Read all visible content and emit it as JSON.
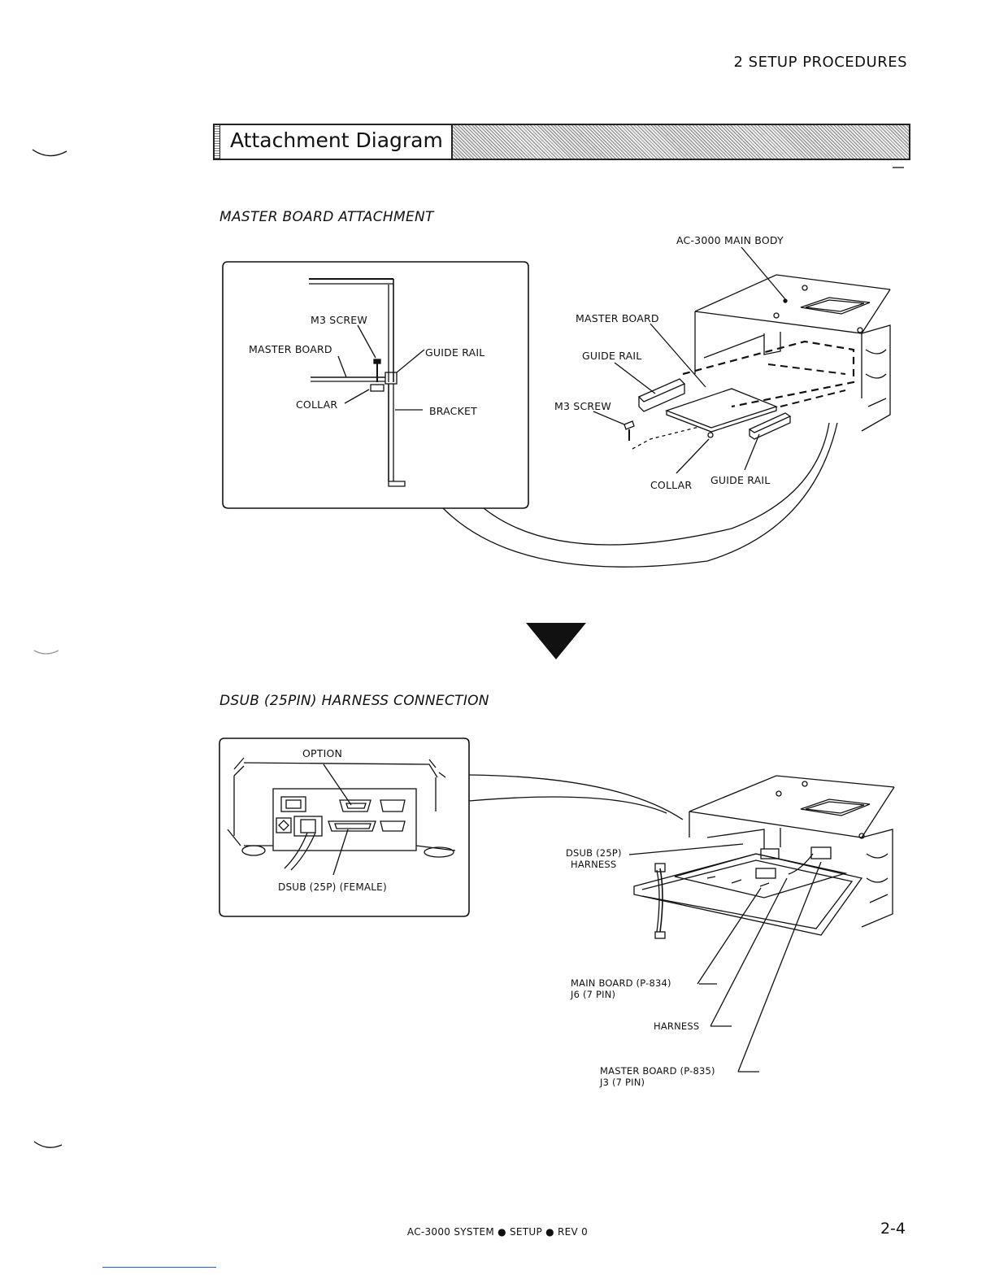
{
  "header": {
    "chapter": "2  SETUP PROCEDURES"
  },
  "section": {
    "title": "Attachment Diagram"
  },
  "figure1": {
    "title": "MASTER BOARD ATTACHMENT",
    "inset_labels": {
      "m3_screw": "M3 SCREW",
      "master_board": "MASTER BOARD",
      "guide_rail": "GUIDE RAIL",
      "collar": "COLLAR",
      "bracket": "BRACKET"
    },
    "main_labels": {
      "main_body": "AC-3000 MAIN BODY",
      "master_board": "MASTER BOARD",
      "guide_rail_1": "GUIDE RAIL",
      "m3_screw": "M3 SCREW",
      "collar": "COLLAR",
      "guide_rail_2": "GUIDE RAIL"
    }
  },
  "figure2": {
    "title": "DSUB (25PIN) HARNESS CONNECTION",
    "inset_labels": {
      "option": "OPTION",
      "dsub_female": "DSUB (25P) (FEMALE)"
    },
    "main_labels": {
      "dsub_harness_1": "DSUB (25P)",
      "dsub_harness_2": "HARNESS",
      "main_board_1": "MAIN BOARD  (P-834)",
      "main_board_2": "J6 (7 PIN)",
      "harness": "HARNESS",
      "master_board_1": "MASTER BOARD  (P-835)",
      "master_board_2": "J3 (7 PIN)"
    }
  },
  "footer": {
    "doc": "AC-3000 SYSTEM ● SETUP ● REV 0",
    "page": "2-4"
  }
}
